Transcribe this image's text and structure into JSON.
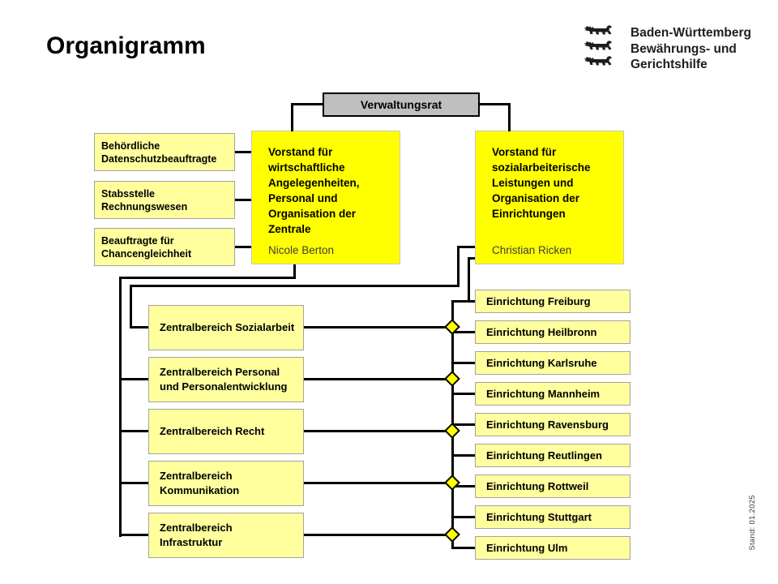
{
  "page": {
    "title": "Organigramm",
    "stand_note": "Stand: 01.2025"
  },
  "logo": {
    "org_line1": "Baden-Württemberg",
    "org_line2": "Bewährungs- und",
    "org_line3": "Gerichtshilfe",
    "icon": "bw-lion-icon"
  },
  "chart": {
    "board": {
      "label": "Verwaltungsrat"
    },
    "executives": [
      {
        "title": "Vorstand für wirtschaftliche Angelegenheiten, Personal und Organisation der Zentrale",
        "name": "Nicole Berton"
      },
      {
        "title": "Vorstand für sozialarbeiterische Leistungen und Organisation der Einrichtungen",
        "name": "Christian Ricken"
      }
    ],
    "staff_units": [
      "Behördliche Datenschutzbeauftragte",
      "Stabsstelle Rechnungswesen",
      "Beauftragte für Chancengleichheit"
    ],
    "central_departments": [
      "Zentralbereich Sozialarbeit",
      "Zentralbereich Personal und Personalentwicklung",
      "Zentralbereich Recht",
      "Zentralbereich Kommunikation",
      "Zentralbereich Infrastruktur"
    ],
    "facilities": [
      "Einrichtung Freiburg",
      "Einrichtung Heilbronn",
      "Einrichtung Karlsruhe",
      "Einrichtung Mannheim",
      "Einrichtung Ravensburg",
      "Einrichtung Reutlingen",
      "Einrichtung Rottweil",
      "Einrichtung Stuttgart",
      "Einrichtung Ulm"
    ]
  },
  "colors": {
    "bright_yellow": "#ffff00",
    "pale_yellow": "#ffff9e",
    "board_gray": "#bfbfbf",
    "line_black": "#000000",
    "name_gray": "#3d3d3d",
    "logo_black": "#1d1d1b"
  }
}
